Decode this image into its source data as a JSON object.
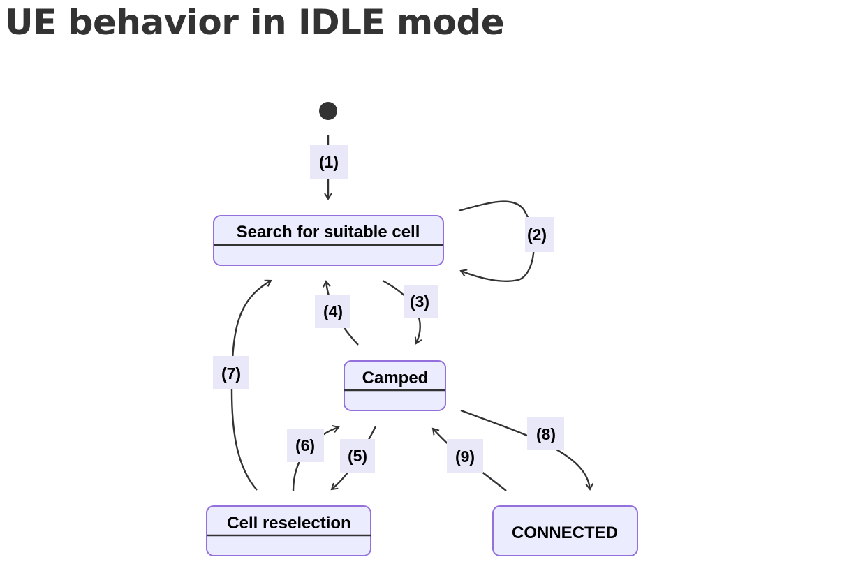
{
  "page": {
    "title": "UE behavior in IDLE mode"
  },
  "diagram": {
    "colors": {
      "state_fill": "#ECECFF",
      "state_border": "#9370DB",
      "edge": "#333333",
      "label_background": "#E8E8F8",
      "initial_node": "#333333"
    },
    "states": {
      "search": "Search for suitable cell",
      "camped": "Camped",
      "reselection": "Cell reselection",
      "connected": "CONNECTED"
    },
    "transitions": {
      "t1": "(1)",
      "t2": "(2)",
      "t3": "(3)",
      "t4": "(4)",
      "t5": "(5)",
      "t6": "(6)",
      "t7": "(7)",
      "t8": "(8)",
      "t9": "(9)"
    }
  }
}
